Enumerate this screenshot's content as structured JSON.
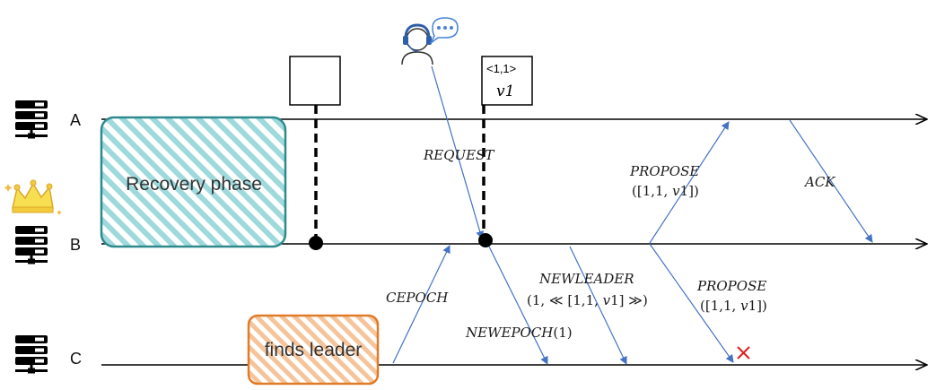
{
  "nodes": {
    "a": {
      "label": "A"
    },
    "b": {
      "label": "B"
    },
    "c": {
      "label": "C"
    }
  },
  "phases": {
    "recovery": "Recovery phase",
    "finds_leader": "finds leader"
  },
  "log_box": {
    "top": "<1,1>",
    "bottom": "v1"
  },
  "messages": {
    "request": "REQUEST",
    "cepoch": "CEPOCH",
    "newepoch_name": "NEWEPOCH",
    "newepoch_arg": "(1)",
    "newleader_name": "NEWLEADER",
    "newleader_arg_prefix": "(1, ≪ [1,1, ",
    "newleader_arg_v": "v",
    "newleader_arg_suffix": "1] ≫)",
    "propose_name": "PROPOSE",
    "propose_arg_prefix": "([1,1, ",
    "propose_arg_v": "v",
    "propose_arg_suffix": "1])",
    "ack": "ACK"
  },
  "icons": [
    "server-icon",
    "crown-icon",
    "client-icon",
    "speech-bubble-icon",
    "cross-icon"
  ],
  "colors": {
    "recovery_border": "#2e8a8e",
    "recovery_stripe": "#9ed9dc",
    "finds_leader_border": "#e07b28",
    "finds_leader_stripe": "#f6c49a",
    "message_arrow": "#4472c4",
    "fail_cross": "#e02020"
  }
}
